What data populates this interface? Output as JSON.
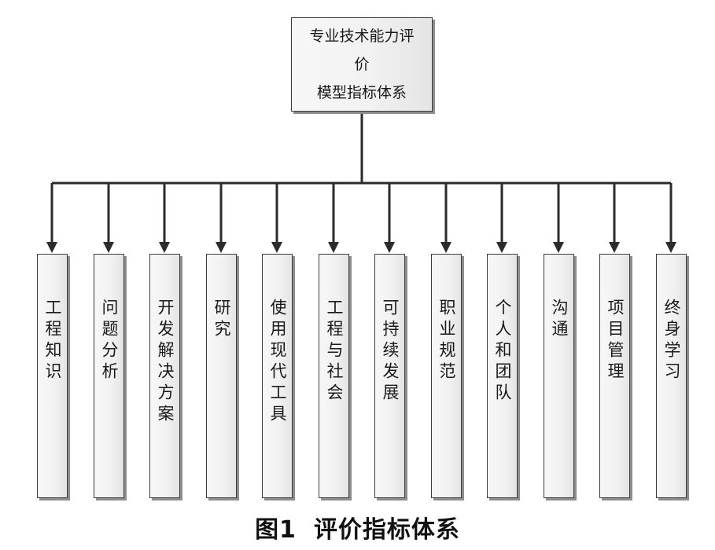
{
  "root": {
    "line1": "专业技术能力评价",
    "line2": "模型指标体系"
  },
  "leaves": [
    "工程知识",
    "问题分析",
    "开发解决方案",
    "研究",
    "使用现代工具",
    "工程与社会",
    "可持续发展",
    "职业规范",
    "个人和团队",
    "沟通",
    "项目管理",
    "终身学习"
  ],
  "caption": {
    "number": "图1",
    "title": "评价指标体系"
  },
  "colors": {
    "line": "#2b2b2b",
    "box_border": "#3c3c3c",
    "box_shadow": "#8d8d8d"
  }
}
